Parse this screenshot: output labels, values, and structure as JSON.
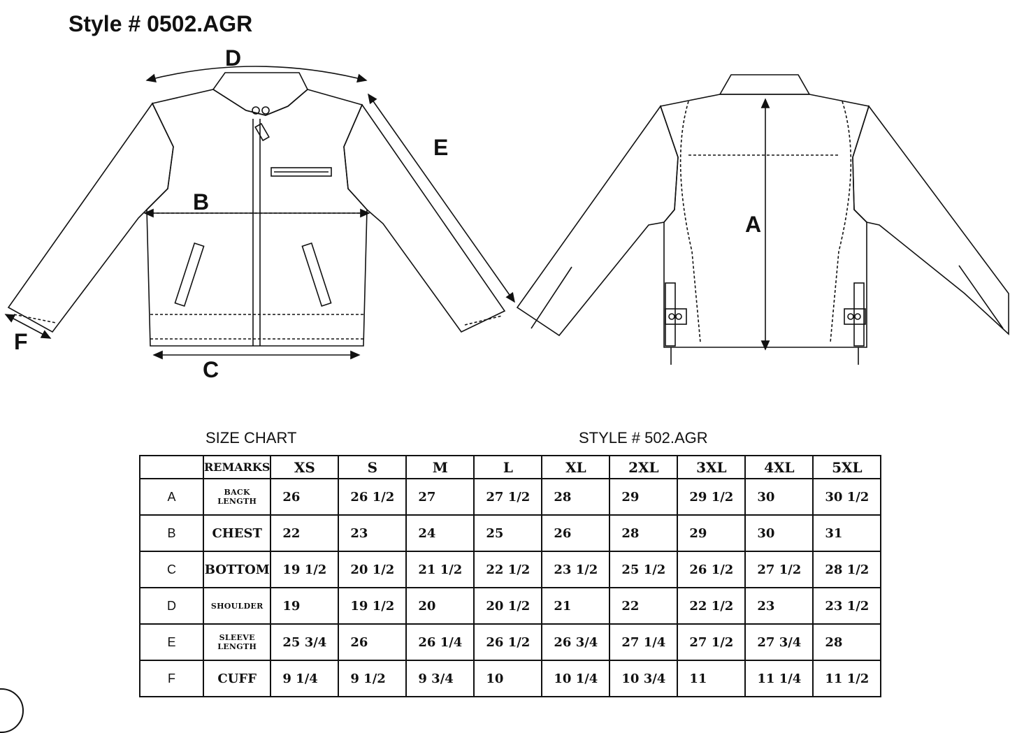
{
  "style_title": "Style # 0502.AGR",
  "dimension_labels": {
    "a": "A",
    "b": "B",
    "c": "C",
    "d": "D",
    "e": "E",
    "f": "F"
  },
  "size_chart_caption": "SIZE CHART",
  "style_caption": "STYLE #  502.AGR",
  "table": {
    "remarks_header": "REMARKS",
    "sizes": [
      "XS",
      "S",
      "M",
      "L",
      "XL",
      "2XL",
      "3XL",
      "4XL",
      "5XL"
    ],
    "rows": [
      {
        "letter": "A",
        "remark": "BACK LENGTH",
        "values": [
          "26",
          "26 1/2",
          "27",
          "27 1/2",
          "28",
          "29",
          "29 1/2",
          "30",
          "30 1/2"
        ]
      },
      {
        "letter": "B",
        "remark": "CHEST",
        "values": [
          "22",
          "23",
          "24",
          "25",
          "26",
          "28",
          "29",
          "30",
          "31"
        ]
      },
      {
        "letter": "C",
        "remark": "BOTTOM",
        "values": [
          "19 1/2",
          "20 1/2",
          "21 1/2",
          "22 1/2",
          "23 1/2",
          "25 1/2",
          "26 1/2",
          "27 1/2",
          "28 1/2"
        ]
      },
      {
        "letter": "D",
        "remark": "SHOULDER",
        "values": [
          "19",
          "19 1/2",
          "20",
          "20 1/2",
          "21",
          "22",
          "22 1/2",
          "23",
          "23 1/2"
        ]
      },
      {
        "letter": "E",
        "remark": "SLEEVE LENGTH",
        "values": [
          "25 3/4",
          "26",
          "26 1/4",
          "26 1/2",
          "26 3/4",
          "27 1/4",
          "27 1/2",
          "27 3/4",
          "28"
        ]
      },
      {
        "letter": "F",
        "remark": "CUFF",
        "values": [
          "9 1/4",
          "9 1/2",
          "9 3/4",
          "10",
          "10 1/4",
          "10 3/4",
          "11",
          "11 1/4",
          "11 1/2"
        ]
      }
    ]
  }
}
